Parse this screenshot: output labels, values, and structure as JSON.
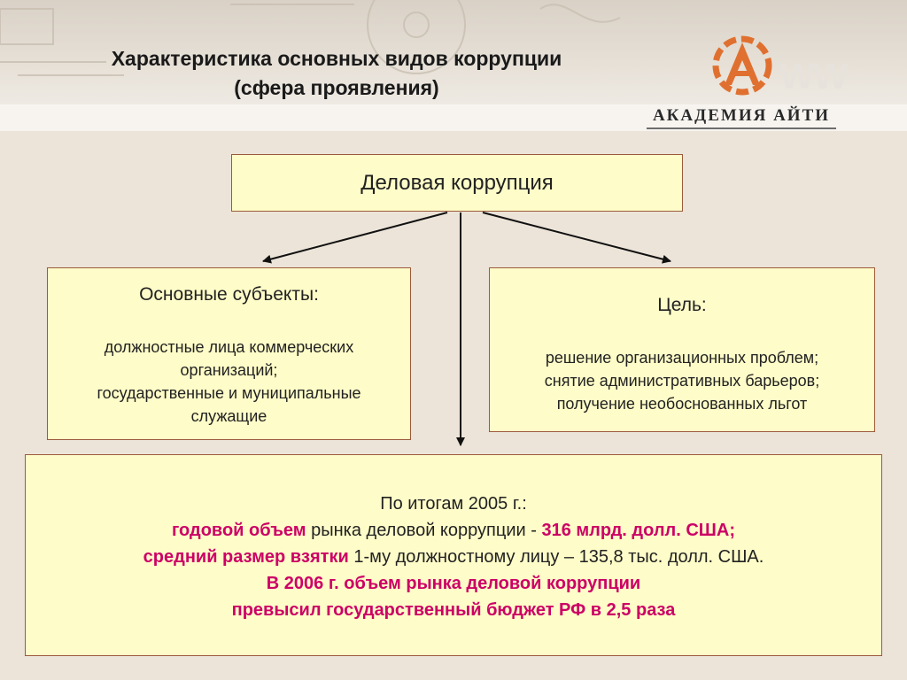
{
  "title": {
    "line1": "Характеристика основных видов коррупции",
    "line2": "(сфера проявления)"
  },
  "brand": {
    "name": "АКАДЕМИЯ АЙТИ",
    "watermark": "WW"
  },
  "diagram": {
    "root": "Деловая коррупция",
    "left": {
      "heading": "Основные субъекты:",
      "lines": [
        "должностные лица коммерческих",
        "организаций;",
        "государственные и муниципальные",
        "служащие"
      ]
    },
    "right": {
      "heading": "Цель:",
      "lines": [
        "решение организационных проблем;",
        "снятие административных барьеров;",
        "получение необоснованных льгот"
      ]
    },
    "bottom": {
      "intro": "По итогам 2005 г.:",
      "line1": {
        "hl": "годовой объем",
        "text": " рынка деловой коррупции - ",
        "hl2": "316 млрд. долл. США;"
      },
      "line2": {
        "hl": "средний размер взятки",
        "text": " 1-му должностному лицу – 135,8 тыс. долл. США."
      },
      "line3": "В 2006 г. объем рынка деловой коррупции",
      "line4": "превысил государственный бюджет РФ в 2,5 раза"
    }
  },
  "colors": {
    "highlight": "#cc0066",
    "box_fill": "#fefcc8",
    "box_border": "#9c5a3c",
    "logo": "#e07030"
  }
}
